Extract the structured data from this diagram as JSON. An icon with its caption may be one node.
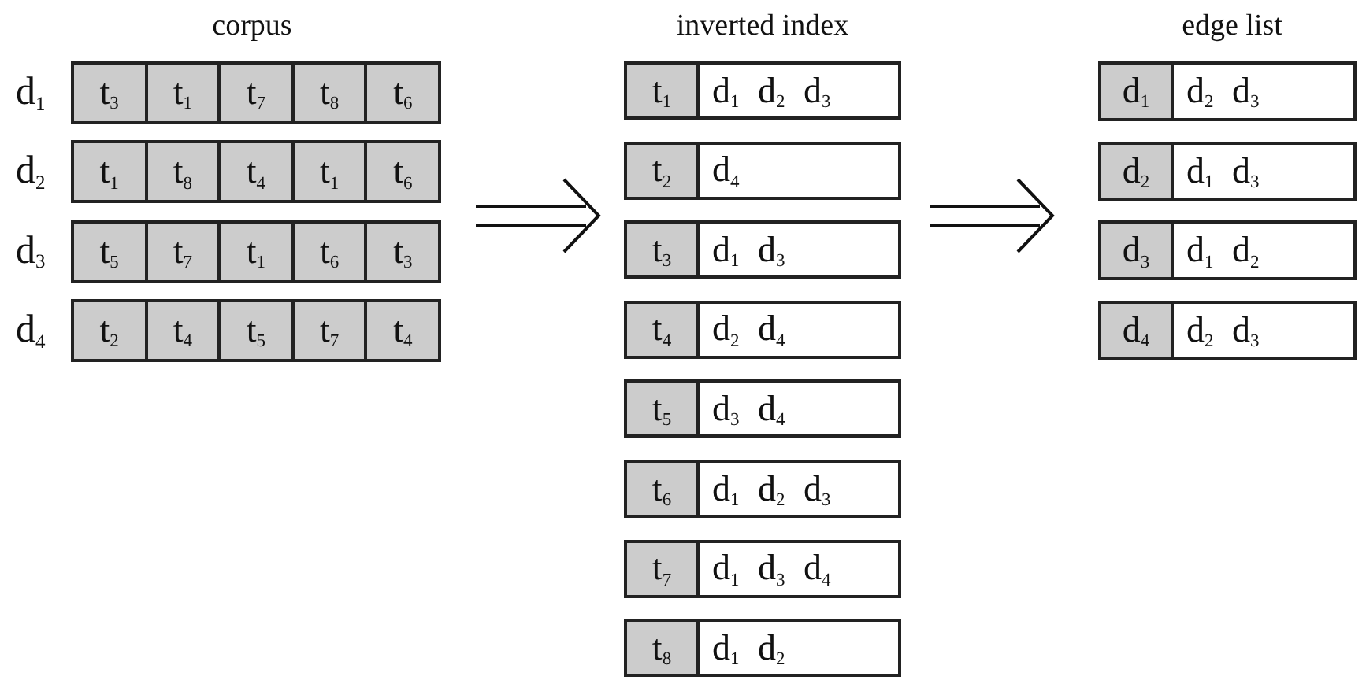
{
  "diagram": {
    "nodes": [
      {
        "text": [
          "corpus"
        ]
      },
      {
        "text": [
          "d$_{1}$"
        ],
        "in": 0
      },
      {
        "text": [
          "t$_{3}$"
        ],
        "in": 1
      },
      {
        "text": [
          "t$_{1}$"
        ],
        "in": 1
      },
      {
        "text": [
          "t$_{7}$"
        ],
        "in": 1
      },
      {
        "text": [
          "t$_{8}$"
        ],
        "in": 1
      },
      {
        "text": [
          "t$_{6}$"
        ],
        "in": 1
      },
      {
        "text": [
          "d$_{2}$"
        ],
        "in": 0
      },
      {
        "text": [
          "t$_{1}$"
        ],
        "in": 7
      },
      {
        "text": [
          "t$_{8}$"
        ],
        "in": 7
      },
      {
        "text": [
          "t$_{4}$"
        ],
        "in": 7
      },
      {
        "text": [
          "t$_{1}$"
        ],
        "in": 7
      },
      {
        "text": [
          "t$_{6}$"
        ],
        "in": 7
      },
      {
        "text": [
          "d$_{3}$"
        ],
        "in": 0
      },
      {
        "text": [
          "t$_{5}$"
        ],
        "in": 13
      },
      {
        "text": [
          "t$_{7}$"
        ],
        "in": 13
      },
      {
        "text": [
          "t$_{1}$"
        ],
        "in": 13
      },
      {
        "text": [
          "t$_{6}$"
        ],
        "in": 13
      },
      {
        "text": [
          "t$_{3}$"
        ],
        "in": 13
      },
      {
        "text": [
          "d$_{4}$"
        ],
        "in": 0
      },
      {
        "text": [
          "t$_{2}$"
        ],
        "in": 19
      },
      {
        "text": [
          "t$_{4}$"
        ],
        "in": 19
      },
      {
        "text": [
          "t$_{5}$"
        ],
        "in": 19
      },
      {
        "text": [
          "t$_{7}$"
        ],
        "in": 19
      },
      {
        "text": [
          "t$_{4}$"
        ],
        "in": 19
      },
      {
        "text": [
          "inverted index"
        ]
      },
      {
        "text": [
          "t$_{1}$"
        ],
        "in": 25
      },
      {
        "text": [
          "d$_{1}$ d$_{2}$ d$_{3}$"
        ],
        "in": 25
      },
      {
        "text": [
          "t$_{2}$"
        ],
        "in": 25
      },
      {
        "text": [
          "d$_{4}$"
        ],
        "in": 25
      },
      {
        "text": [
          "t$_{3}$"
        ],
        "in": 25
      },
      {
        "text": [
          "d$_{1}$ d$_{3}$"
        ],
        "in": 25
      },
      {
        "text": [
          "t$_{4}$"
        ],
        "in": 25
      },
      {
        "text": [
          "d$_{2}$ d$_{4}$"
        ],
        "in": 25
      },
      {
        "text": [
          "t$_{5}$"
        ],
        "in": 25
      },
      {
        "text": [
          "d$_{3}$ d$_{4}$"
        ],
        "in": 25
      },
      {
        "text": [
          "t$_{6}$"
        ],
        "in": 25
      },
      {
        "text": [
          "d$_{1}$ d$_{2}$ d$_{3}$"
        ],
        "in": 25
      },
      {
        "text": [
          "t$_{7}$"
        ],
        "in": 25
      },
      {
        "text": [
          "d$_{1}$ d$_{3}$ d$_{4}$"
        ],
        "in": 25
      },
      {
        "text": [
          "t$_{8}$"
        ],
        "in": 25
      },
      {
        "text": [
          "d$_{1}$ d$_{2}$"
        ],
        "in": 25
      },
      {
        "text": [
          "edge list"
        ]
      },
      {
        "text": [
          "d$_{1}$"
        ],
        "in": 42
      },
      {
        "text": [
          "d$_{2}$ d$_{3}$"
        ],
        "in": 42
      },
      {
        "text": [
          "d$_{2}$"
        ],
        "in": 42
      },
      {
        "text": [
          "d$_{1}$ d$_{3}$"
        ],
        "in": 42
      },
      {
        "text": [
          "d$_{3}$"
        ],
        "in": 42
      },
      {
        "text": [
          "d$_{1}$ d$_{2}$"
        ],
        "in": 42
      },
      {
        "text": [
          "d$_{4}$"
        ],
        "in": 42
      },
      {
        "text": [
          "d$_{2}$ d$_{3}$"
        ],
        "in": 42
      }
    ],
    "edges": [
      {
        "from": 0,
        "to": 25,
        "arrow": "to"
      },
      {
        "from": 25,
        "to": 42,
        "arrow": "to"
      }
    ]
  }
}
